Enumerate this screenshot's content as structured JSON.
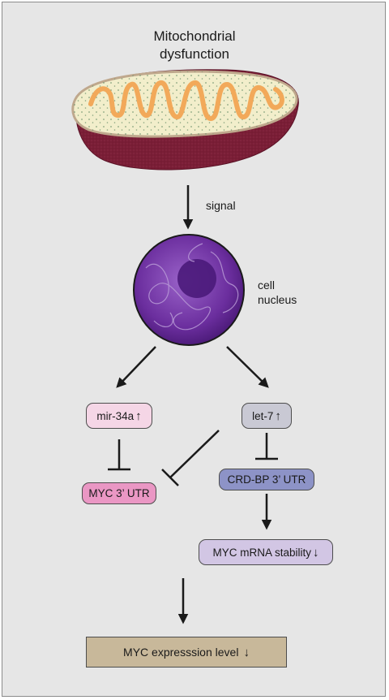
{
  "title_line1": "Mitochondrial",
  "title_line2": "dysfunction",
  "signal_label": "signal",
  "nucleus_line1": "cell",
  "nucleus_line2": "nucleus",
  "nodes": {
    "mir34a": {
      "text": "mir-34a",
      "color": "#f5d6e6"
    },
    "let7": {
      "text": "let-7",
      "color": "#c9c9d4"
    },
    "myc_utr": {
      "text": "MYC 3’ UTR",
      "color": "#ea97c4"
    },
    "crdbp_utr": {
      "text": "CRD-BP 3’ UTR",
      "color": "#8d93c7"
    },
    "mrna_stability": {
      "text": "MYC mRNA stability",
      "color": "#d2c6e4"
    },
    "expression": {
      "text": "MYC expresssion level",
      "color": "#c8b89a"
    }
  },
  "up_glyph": "↑",
  "down_glyph": "↓",
  "colors": {
    "mito_outer": "#7a1e36",
    "mito_inner": "#f2eecb",
    "mito_cristae": "#f2a95a",
    "nucleus": "#6b2e9e",
    "nucleolus": "#4a1a7a",
    "background": "#e6e6e6"
  }
}
